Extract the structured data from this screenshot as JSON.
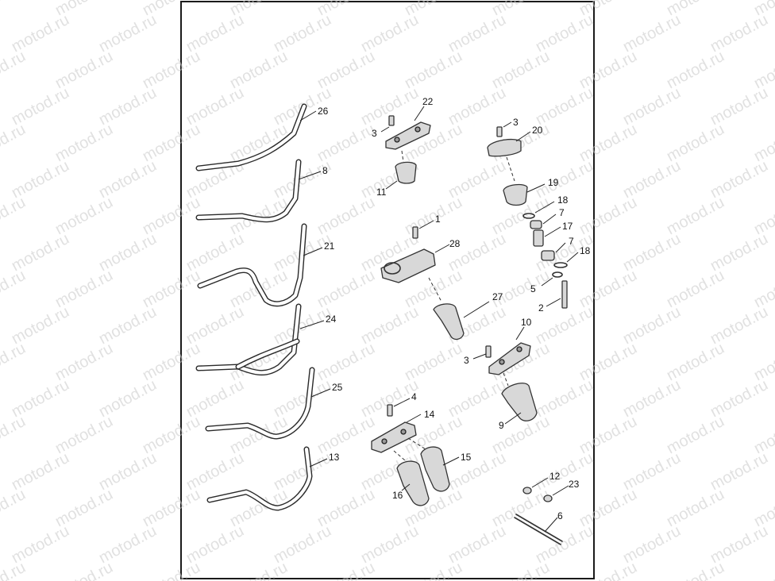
{
  "watermark": "motod.ru",
  "callouts": {
    "c26": "26",
    "c8": "8",
    "c21": "21",
    "c24": "24",
    "c25": "25",
    "c13": "13",
    "c22": "22",
    "c3a": "3",
    "c11": "11",
    "c3b": "3",
    "c20": "20",
    "c19": "19",
    "c18a": "18",
    "c7a": "7",
    "c17": "17",
    "c7b": "7",
    "c18b": "18",
    "c5": "5",
    "c2": "2",
    "c1": "1",
    "c28": "28",
    "c27": "27",
    "c10": "10",
    "c3c": "3",
    "c9": "9",
    "c4": "4",
    "c14": "14",
    "c15": "15",
    "c16": "16",
    "c12": "12",
    "c23": "23",
    "c6": "6"
  }
}
